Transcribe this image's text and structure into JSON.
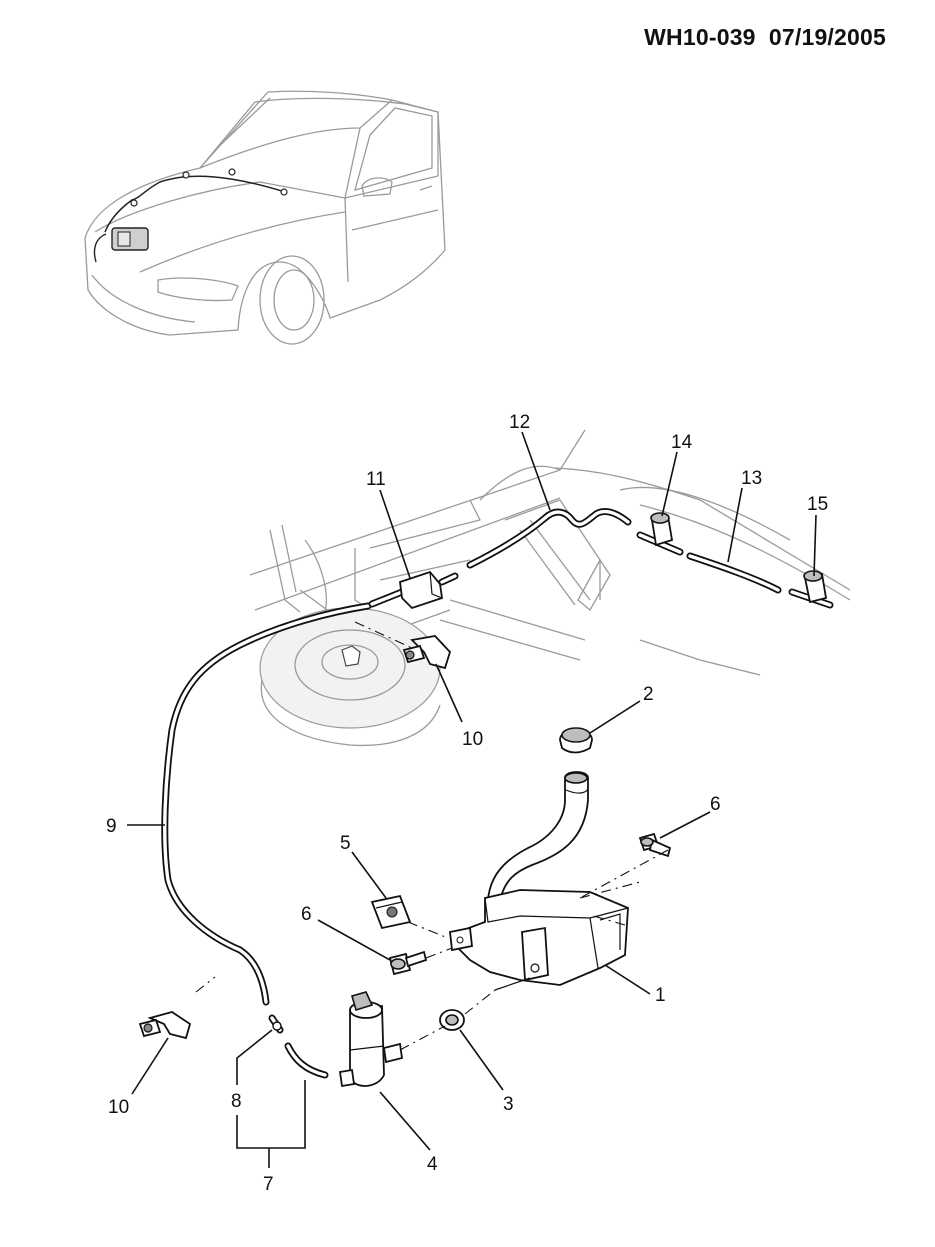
{
  "header": {
    "code": "WH10-039",
    "date": "07/19/2005"
  },
  "callouts": {
    "c1": "1",
    "c2": "2",
    "c3": "3",
    "c4": "4",
    "c5": "5",
    "c6a": "6",
    "c6b": "6",
    "c7": "7",
    "c8": "8",
    "c9": "9",
    "c10a": "10",
    "c10b": "10",
    "c11": "11",
    "c12": "12",
    "c13": "13",
    "c14": "14",
    "c15": "15"
  }
}
